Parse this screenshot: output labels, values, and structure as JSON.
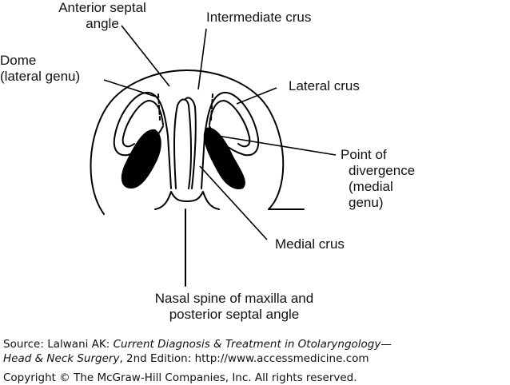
{
  "labels": {
    "anterior_septal_angle": [
      "Anterior septal",
      "angle"
    ],
    "intermediate_crus": "Intermediate crus",
    "dome": [
      "Dome",
      "(lateral genu)"
    ],
    "lateral_crus": "Lateral crus",
    "point_of_divergence": [
      "Point of",
      "divergence",
      "(medial",
      "genu)"
    ],
    "medial_crus": "Medial crus",
    "nasal_spine": [
      "Nasal spine of maxilla and",
      "posterior septal angle"
    ]
  },
  "caption": {
    "source_prefix": "Source: Lalwani AK: ",
    "source_title_1": "Current Diagnosis & Treatment in Otolaryngology—",
    "source_title_2": "Head & Neck Surgery",
    "source_suffix": ", 2nd Edition: http://www.accessmedicine.com",
    "copyright": "Copyright © The McGraw-Hill Companies, Inc. All rights reserved."
  }
}
